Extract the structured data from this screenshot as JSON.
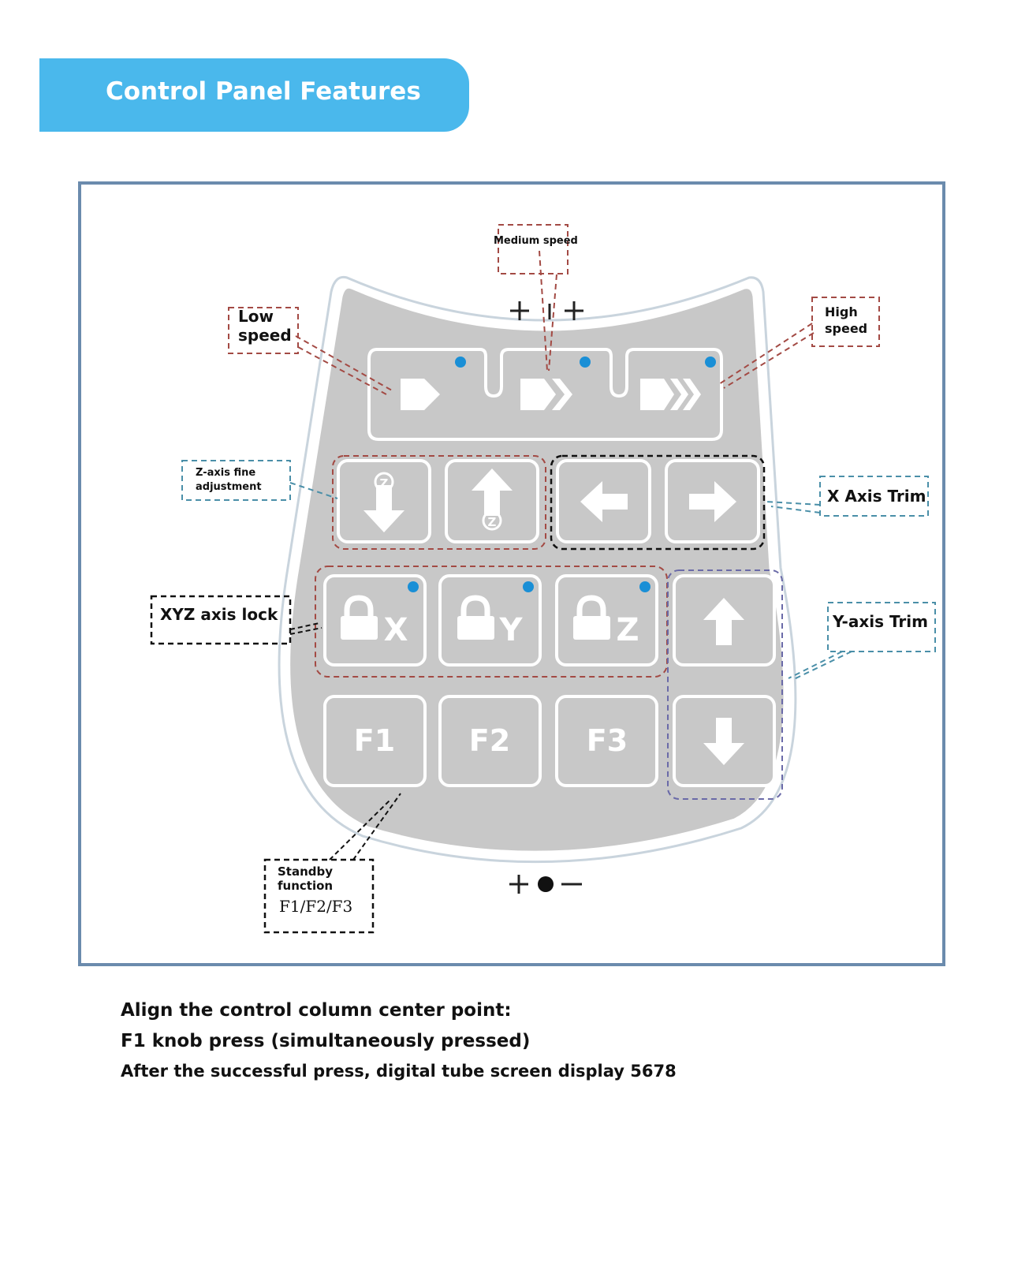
{
  "header": {
    "title": "Control Panel Features"
  },
  "callouts": {
    "medium_speed": "Medium speed",
    "low_speed": [
      "Low",
      "speed"
    ],
    "high_speed": [
      "High",
      "speed"
    ],
    "z_axis_fine": [
      "Z-axis fine",
      "adjustment"
    ],
    "x_axis_trim": "X Axis Trim",
    "xyz_axis_lock": "XYZ axis lock",
    "y_axis_trim": "Y-axis Trim",
    "standby": [
      "Standby",
      "function",
      "F1/F2/F3"
    ]
  },
  "keypad": {
    "top_marks": "+ | +",
    "bottom_marks": "+ ● −",
    "lock_keys": [
      "X",
      "Y",
      "Z"
    ],
    "function_keys": [
      "F1",
      "F2",
      "F3"
    ],
    "z_glyph": "Z"
  },
  "notes": [
    "Align the control column center point:",
    "F1 knob press (simultaneously pressed)",
    "After the successful press, digital tube screen display 5678"
  ],
  "colors": {
    "header_bg": "#4ab8ec",
    "frame_border": "#6b8bad",
    "panel_fill": "#c8c8c8",
    "led_blue": "#1a8fd6"
  }
}
